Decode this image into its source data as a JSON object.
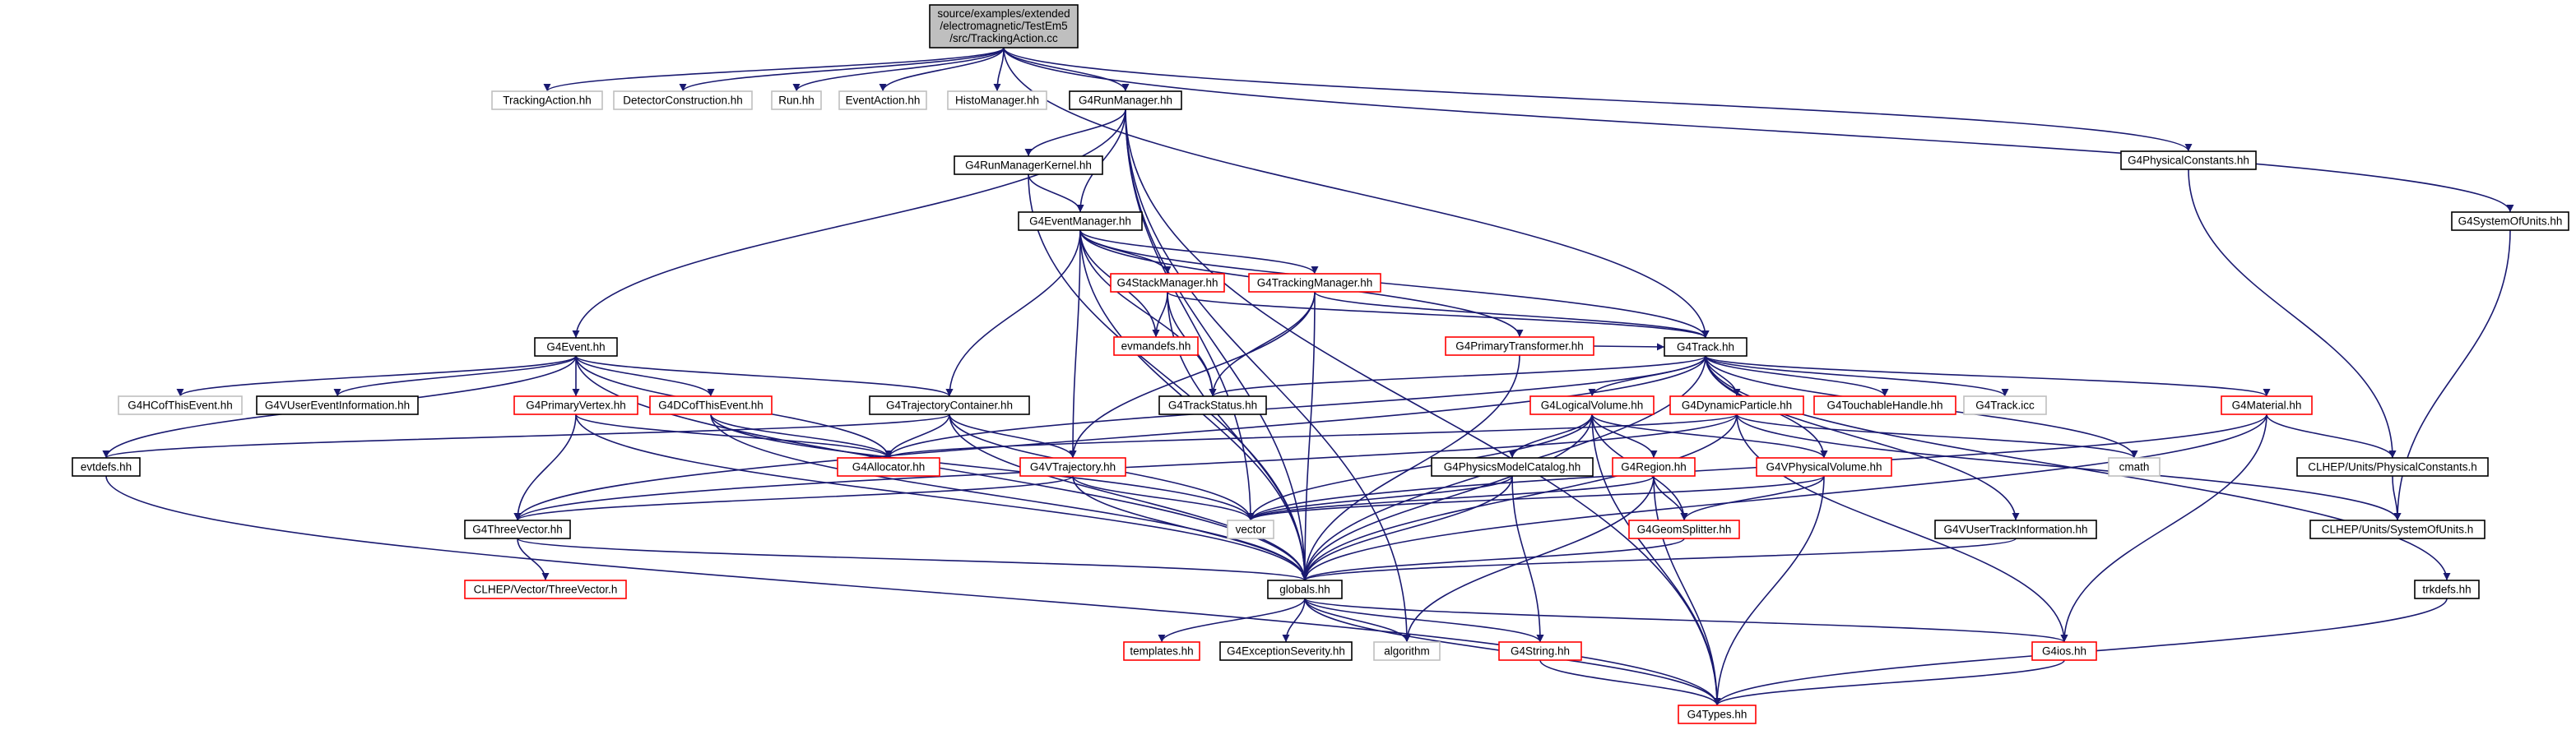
{
  "title_lines": [
    "source/examples/extended",
    "/electromagnetic/TestEm5",
    "/src/TrackingAction.cc"
  ],
  "colors": {
    "edge": "#191970",
    "root_fill": "#bfbfbf",
    "red_border": "#ff0000",
    "black_border": "#000000",
    "gray_border": "#bfbfbf"
  },
  "nodes": {
    "TrackingAction": "TrackingAction.hh",
    "DetectorConstruction": "DetectorConstruction.hh",
    "Run": "Run.hh",
    "EventAction": "EventAction.hh",
    "HistoManager": "HistoManager.hh",
    "G4RunManager": "G4RunManager.hh",
    "G4PhysicalConstants": "G4PhysicalConstants.hh",
    "G4SystemOfUnits": "G4SystemOfUnits.hh",
    "G4RunManagerKernel": "G4RunManagerKernel.hh",
    "G4EventManager": "G4EventManager.hh",
    "G4StackManager": "G4StackManager.hh",
    "G4TrackingManager": "G4TrackingManager.hh",
    "evmandefs": "evmandefs.hh",
    "G4PrimaryTransformer": "G4PrimaryTransformer.hh",
    "G4Event": "G4Event.hh",
    "G4Track": "G4Track.hh",
    "G4HCofThisEvent": "G4HCofThisEvent.hh",
    "G4VUserEventInformation": "G4VUserEventInformation.hh",
    "G4PrimaryVertex": "G4PrimaryVertex.hh",
    "G4DCofThisEvent": "G4DCofThisEvent.hh",
    "G4TrajectoryContainer": "G4TrajectoryContainer.hh",
    "G4TrackStatus": "G4TrackStatus.hh",
    "G4LogicalVolume": "G4LogicalVolume.hh",
    "G4DynamicParticle": "G4DynamicParticle.hh",
    "G4TouchableHandle": "G4TouchableHandle.hh",
    "G4Trackicc": "G4Track.icc",
    "G4Material": "G4Material.hh",
    "evtdefs": "evtdefs.hh",
    "G4Allocator": "G4Allocator.hh",
    "G4VTrajectory": "G4VTrajectory.hh",
    "cmath": "cmath",
    "G4PhysicsModelCatalog": "G4PhysicsModelCatalog.hh",
    "G4Region": "G4Region.hh",
    "G4VPhysicalVolume": "G4VPhysicalVolume.hh",
    "CLHEPPhysicalConstants": "CLHEP/Units/PhysicalConstants.h",
    "G4ThreeVector": "G4ThreeVector.hh",
    "vector": "vector",
    "G4GeomSplitter": "G4GeomSplitter.hh",
    "CLHEPSystemOfUnits": "CLHEP/Units/SystemOfUnits.h",
    "G4VUserTrackInformation": "G4VUserTrackInformation.hh",
    "CLHEPThreeVector": "CLHEP/Vector/ThreeVector.h",
    "globals": "globals.hh",
    "trkdefs": "trkdefs.hh",
    "templates": "templates.hh",
    "G4ExceptionSeverity": "G4ExceptionSeverity.hh",
    "algorithm": "algorithm",
    "G4String": "G4String.hh",
    "G4ios": "G4ios.hh",
    "G4Types": "G4Types.hh"
  }
}
